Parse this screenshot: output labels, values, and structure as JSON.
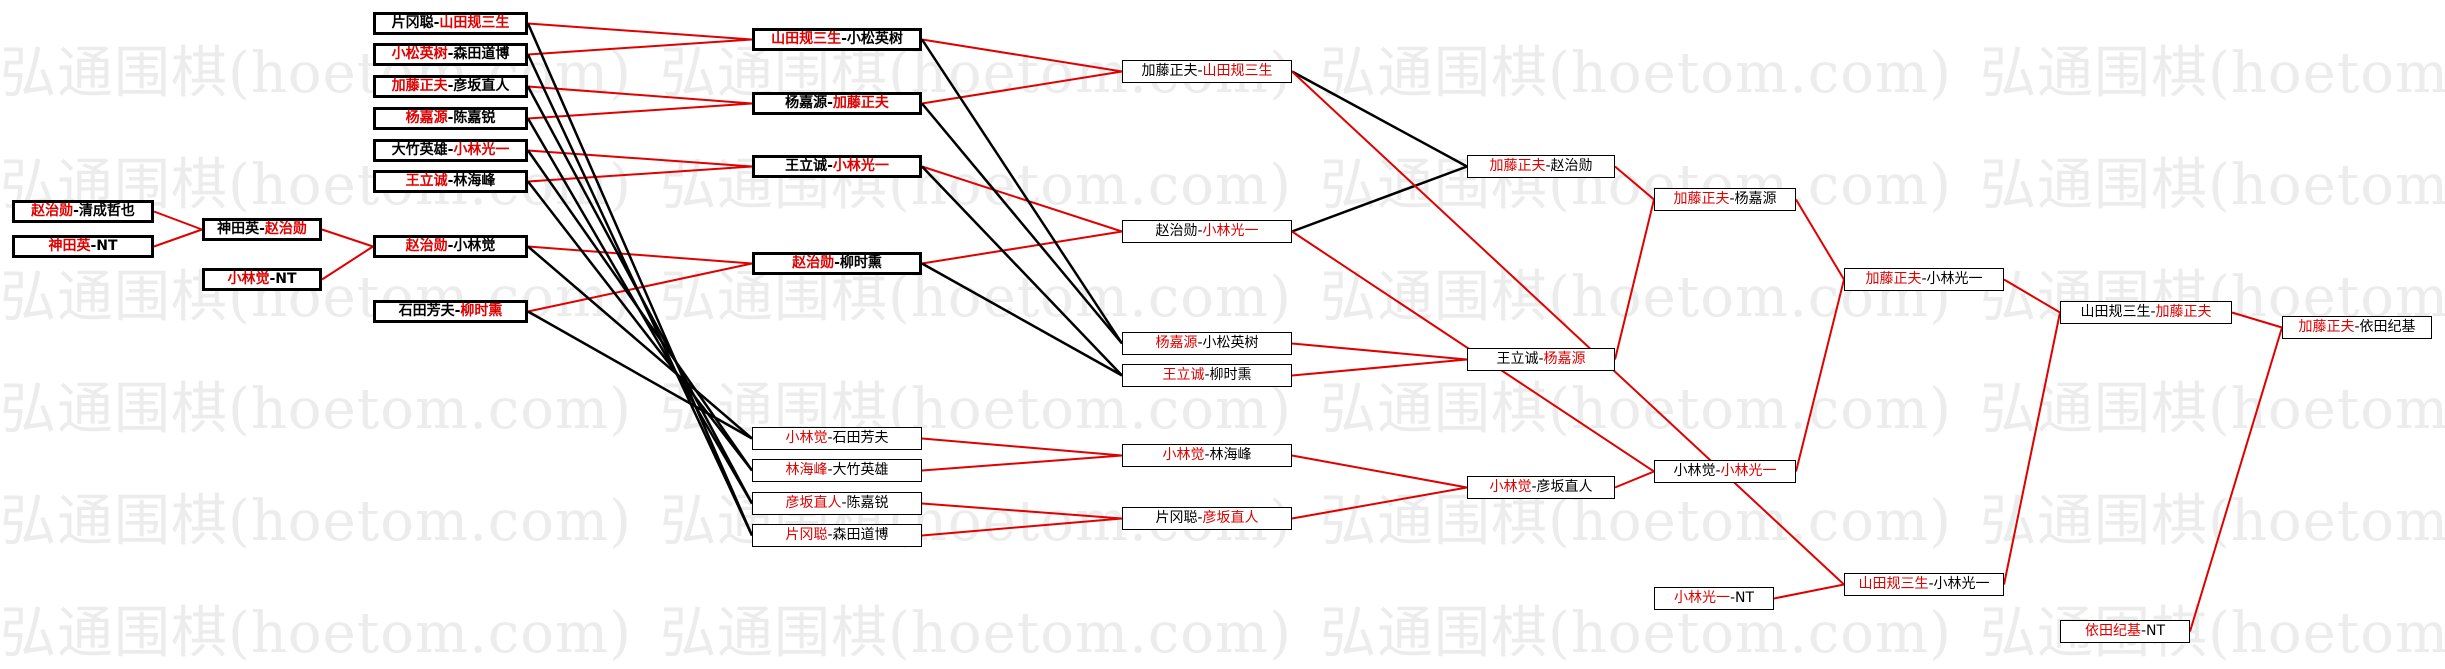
{
  "watermark": "弘通围棋(hoetom.com)",
  "colors": {
    "winner": "#e00000",
    "line_win": "#e00000",
    "line_loss": "#000000"
  },
  "matches": [
    {
      "id": "r1m1",
      "a": "赵治勋",
      "b": "清成哲也",
      "winner": "a"
    },
    {
      "id": "r1m2",
      "a": "神田英",
      "b": "NT",
      "winner": "a"
    },
    {
      "id": "r2m1",
      "a": "神田英",
      "b": "赵治勋",
      "winner": "b"
    },
    {
      "id": "r2m2",
      "a": "小林觉",
      "b": "NT",
      "winner": "a"
    },
    {
      "id": "r3m1",
      "a": "片冈聪",
      "b": "山田规三生",
      "winner": "b"
    },
    {
      "id": "r3m2",
      "a": "小松英树",
      "b": "森田道博",
      "winner": "a"
    },
    {
      "id": "r3m3",
      "a": "加藤正夫",
      "b": "彦坂直人",
      "winner": "a"
    },
    {
      "id": "r3m4",
      "a": "杨嘉源",
      "b": "陈嘉锐",
      "winner": "a"
    },
    {
      "id": "r3m5",
      "a": "大竹英雄",
      "b": "小林光一",
      "winner": "b"
    },
    {
      "id": "r3m6",
      "a": "王立诚",
      "b": "林海峰",
      "winner": "a"
    },
    {
      "id": "r3m7",
      "a": "赵治勋",
      "b": "小林觉",
      "winner": "a"
    },
    {
      "id": "r3m8",
      "a": "石田芳夫",
      "b": "柳时熏",
      "winner": "b"
    },
    {
      "id": "r4m1",
      "a": "山田规三生",
      "b": "小松英树",
      "winner": "a"
    },
    {
      "id": "r4m2",
      "a": "杨嘉源",
      "b": "加藤正夫",
      "winner": "b"
    },
    {
      "id": "r4m3",
      "a": "王立诚",
      "b": "小林光一",
      "winner": "b"
    },
    {
      "id": "r4m4",
      "a": "赵治勋",
      "b": "柳时熏",
      "winner": "a"
    },
    {
      "id": "r4m5",
      "a": "小林觉",
      "b": "石田芳夫",
      "winner": "a"
    },
    {
      "id": "r4m6",
      "a": "林海峰",
      "b": "大竹英雄",
      "winner": "a"
    },
    {
      "id": "r4m7",
      "a": "彦坂直人",
      "b": "陈嘉锐",
      "winner": "a"
    },
    {
      "id": "r4m8",
      "a": "片冈聪",
      "b": "森田道博",
      "winner": "a"
    },
    {
      "id": "r5m1",
      "a": "加藤正夫",
      "b": "山田规三生",
      "winner": "b"
    },
    {
      "id": "r5m2",
      "a": "赵治勋",
      "b": "小林光一",
      "winner": "b"
    },
    {
      "id": "r5m3",
      "a": "杨嘉源",
      "b": "小松英树",
      "winner": "a"
    },
    {
      "id": "r5m4",
      "a": "王立诚",
      "b": "柳时熏",
      "winner": "a"
    },
    {
      "id": "r5m5",
      "a": "小林觉",
      "b": "林海峰",
      "winner": "a"
    },
    {
      "id": "r5m6",
      "a": "片冈聪",
      "b": "彦坂直人",
      "winner": "b"
    },
    {
      "id": "r6m1",
      "a": "加藤正夫",
      "b": "赵治勋",
      "winner": "a"
    },
    {
      "id": "r6m2",
      "a": "王立诚",
      "b": "杨嘉源",
      "winner": "b"
    },
    {
      "id": "r6m3",
      "a": "小林觉",
      "b": "彦坂直人",
      "winner": "a"
    },
    {
      "id": "r7m1",
      "a": "加藤正夫",
      "b": "杨嘉源",
      "winner": "a"
    },
    {
      "id": "r7m2",
      "a": "小林觉",
      "b": "小林光一",
      "winner": "b"
    },
    {
      "id": "r7m3",
      "a": "山田规三生",
      "b": "小林光一",
      "winner": "a"
    },
    {
      "id": "r7m4",
      "a": "小林光一",
      "b": "NT",
      "winner": "a"
    },
    {
      "id": "r8m1",
      "a": "加藤正夫",
      "b": "小林光一",
      "winner": "a"
    },
    {
      "id": "r9m1",
      "a": "山田规三生",
      "b": "加藤正夫",
      "winner": "b"
    },
    {
      "id": "r9m2",
      "a": "依田纪基",
      "b": "NT",
      "winner": "a"
    },
    {
      "id": "r10m1",
      "a": "加藤正夫",
      "b": "依田纪基",
      "winner": "a"
    }
  ],
  "links": [
    {
      "from": "r1m1",
      "to": "r2m1",
      "result": "win"
    },
    {
      "from": "r1m2",
      "to": "r2m1",
      "result": "win"
    },
    {
      "from": "r2m1",
      "to": "r3m7",
      "result": "win"
    },
    {
      "from": "r2m2",
      "to": "r3m7",
      "result": "win"
    },
    {
      "from": "r3m1",
      "to": "r4m1",
      "result": "win"
    },
    {
      "from": "r3m2",
      "to": "r4m1",
      "result": "win"
    },
    {
      "from": "r3m3",
      "to": "r4m2",
      "result": "win"
    },
    {
      "from": "r3m4",
      "to": "r4m2",
      "result": "win"
    },
    {
      "from": "r3m5",
      "to": "r4m3",
      "result": "win"
    },
    {
      "from": "r3m6",
      "to": "r4m3",
      "result": "win"
    },
    {
      "from": "r3m7",
      "to": "r4m4",
      "result": "win"
    },
    {
      "from": "r3m8",
      "to": "r4m4",
      "result": "win"
    },
    {
      "from": "r3m1",
      "to": "r4m8",
      "result": "loss"
    },
    {
      "from": "r3m2",
      "to": "r4m8",
      "result": "loss"
    },
    {
      "from": "r3m3",
      "to": "r4m7",
      "result": "loss"
    },
    {
      "from": "r3m4",
      "to": "r4m7",
      "result": "loss"
    },
    {
      "from": "r3m5",
      "to": "r4m6",
      "result": "loss"
    },
    {
      "from": "r3m6",
      "to": "r4m6",
      "result": "loss"
    },
    {
      "from": "r3m7",
      "to": "r4m5",
      "result": "loss"
    },
    {
      "from": "r3m8",
      "to": "r4m5",
      "result": "loss"
    },
    {
      "from": "r4m1",
      "to": "r5m1",
      "result": "win"
    },
    {
      "from": "r4m2",
      "to": "r5m1",
      "result": "win"
    },
    {
      "from": "r4m3",
      "to": "r5m2",
      "result": "win"
    },
    {
      "from": "r4m4",
      "to": "r5m2",
      "result": "win"
    },
    {
      "from": "r4m1",
      "to": "r5m3",
      "result": "loss"
    },
    {
      "from": "r4m2",
      "to": "r5m3",
      "result": "loss"
    },
    {
      "from": "r4m3",
      "to": "r5m4",
      "result": "loss"
    },
    {
      "from": "r4m4",
      "to": "r5m4",
      "result": "loss"
    },
    {
      "from": "r4m5",
      "to": "r5m5",
      "result": "win"
    },
    {
      "from": "r4m6",
      "to": "r5m5",
      "result": "win"
    },
    {
      "from": "r4m7",
      "to": "r5m6",
      "result": "win"
    },
    {
      "from": "r4m8",
      "to": "r5m6",
      "result": "win"
    },
    {
      "from": "r5m1",
      "to": "r6m1",
      "result": "loss"
    },
    {
      "from": "r5m2",
      "to": "r6m1",
      "result": "loss"
    },
    {
      "from": "r5m3",
      "to": "r6m2",
      "result": "win"
    },
    {
      "from": "r5m4",
      "to": "r6m2",
      "result": "win"
    },
    {
      "from": "r5m5",
      "to": "r6m3",
      "result": "win"
    },
    {
      "from": "r5m6",
      "to": "r6m3",
      "result": "win"
    },
    {
      "from": "r6m1",
      "to": "r7m1",
      "result": "win"
    },
    {
      "from": "r6m2",
      "to": "r7m1",
      "result": "win"
    },
    {
      "from": "r5m2",
      "to": "r7m2",
      "result": "win"
    },
    {
      "from": "r6m3",
      "to": "r7m2",
      "result": "win"
    },
    {
      "from": "r5m1",
      "to": "r7m3",
      "result": "win"
    },
    {
      "from": "r7m1",
      "to": "r8m1",
      "result": "win"
    },
    {
      "from": "r7m2",
      "to": "r8m1",
      "result": "win"
    },
    {
      "from": "r7m3",
      "to": "r9m1",
      "result": "win"
    },
    {
      "from": "r8m1",
      "to": "r9m1",
      "result": "win"
    },
    {
      "from": "r7m4",
      "to": "r7m3",
      "result": "win"
    },
    {
      "from": "r9m1",
      "to": "r10m1",
      "result": "win"
    },
    {
      "from": "r9m2",
      "to": "r10m1",
      "result": "win"
    }
  ]
}
